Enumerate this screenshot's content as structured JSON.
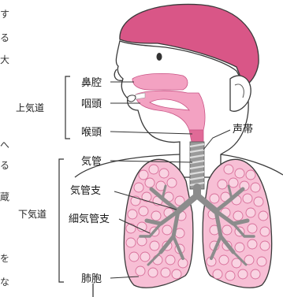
{
  "groups": {
    "upper": "上気道",
    "lower": "下気道"
  },
  "labels": {
    "nasal_cavity": "鼻腔",
    "pharynx": "咽頭",
    "larynx": "喉頭",
    "vocal_cords": "声帯",
    "trachea": "気管",
    "bronchi": "気管支",
    "bronchioles": "細気管支",
    "alveoli": "肺胞"
  },
  "edge_fragments": [
    "す",
    "る",
    "大",
    "へ",
    "る",
    "蔵",
    "を",
    "な"
  ],
  "colors": {
    "hair": "#d95687",
    "skin": "#ffffff",
    "airway": "#f3a2c2",
    "airway_dark": "#e06a97",
    "trachea": "#9a9a9a",
    "bronchi_tree": "#8c8c8c",
    "lung": "#f7bfd5",
    "alveoli_cell": "#e58cb0"
  }
}
